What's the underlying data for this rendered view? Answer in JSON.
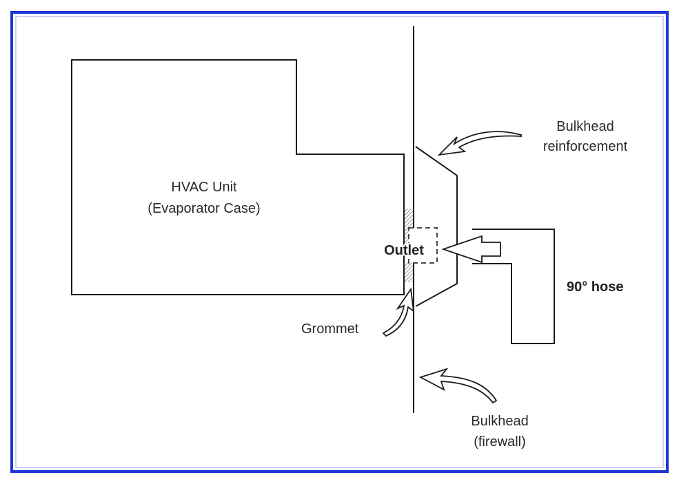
{
  "diagram": {
    "labels": {
      "hvac_unit_line1": "HVAC Unit",
      "hvac_unit_line2": "(Evaporator Case)",
      "outlet": "Outlet",
      "grommet": "Grommet",
      "reinforcement_line1": "Bulkhead",
      "reinforcement_line2": "reinforcement",
      "hose": "90° hose",
      "bulkhead_line1": "Bulkhead",
      "bulkhead_line2": "(firewall)"
    },
    "colors": {
      "frame": "#1f35d6",
      "line": "#1a1a1a",
      "background": "#ffffff"
    }
  }
}
